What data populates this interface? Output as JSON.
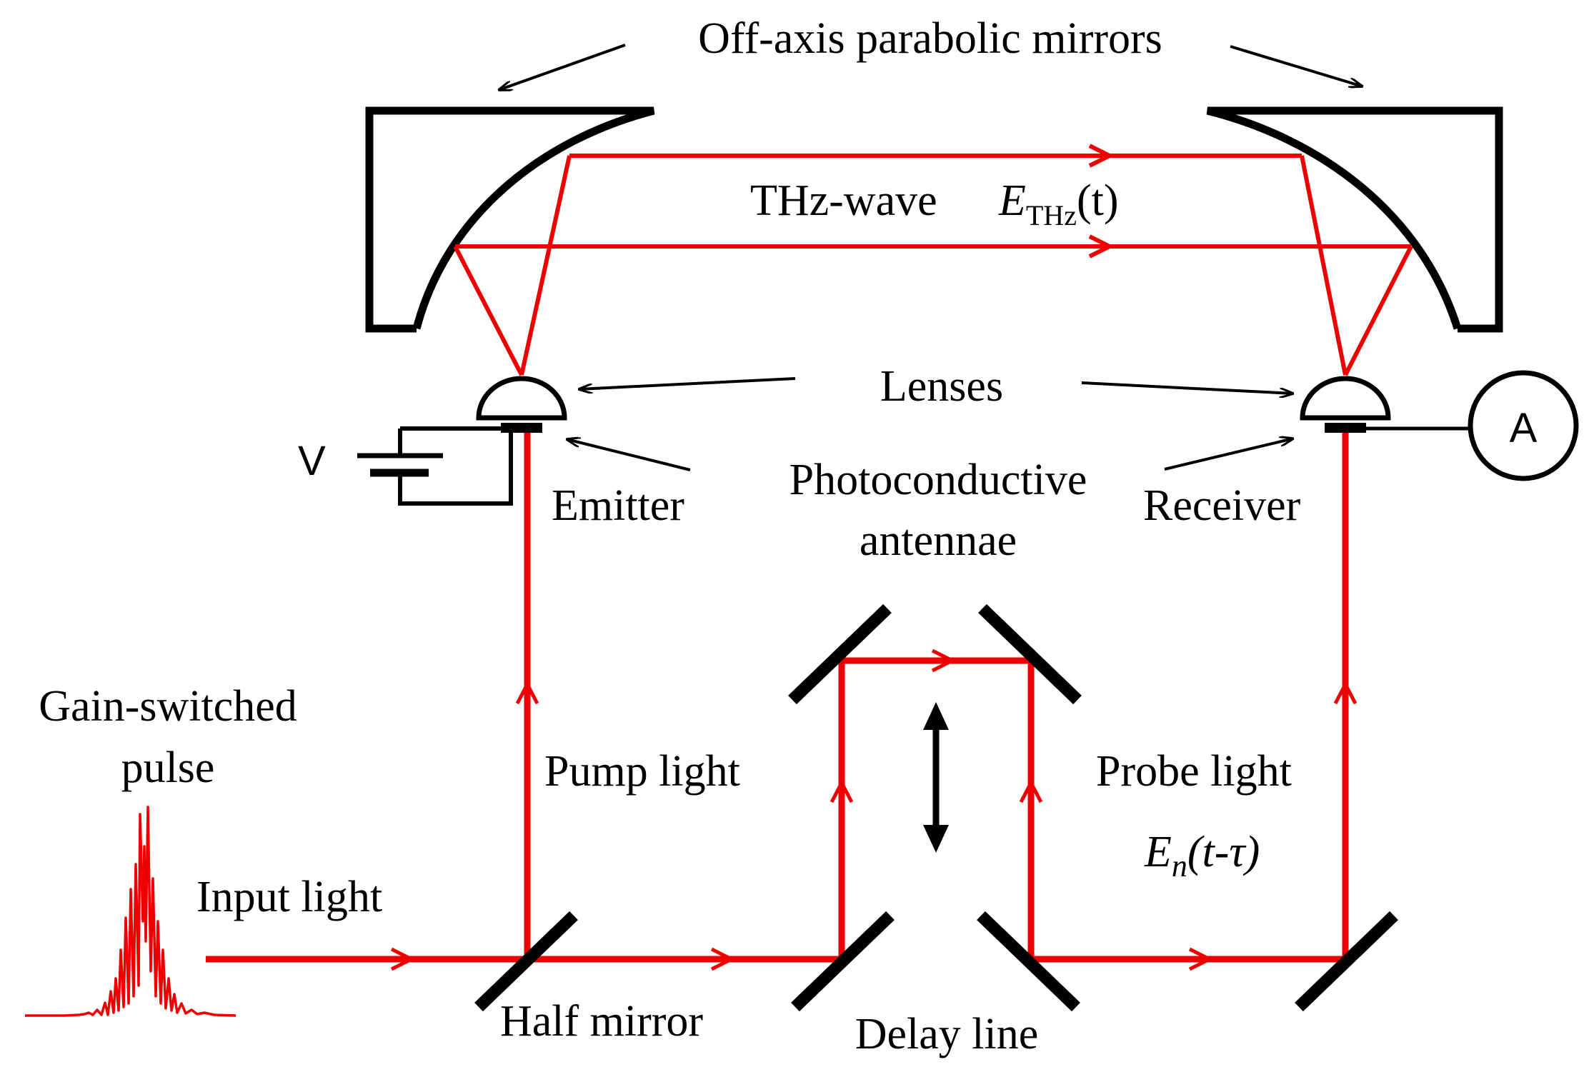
{
  "colors": {
    "beam": "#ee0000",
    "ink": "#000000",
    "background": "#ffffff"
  },
  "labels": {
    "mirrors": "Off-axis parabolic mirrors",
    "thz_wave": "THz-wave",
    "thz_field_symbol": "E",
    "thz_field_sub": "THz",
    "thz_field_arg": "(t)",
    "lenses": "Lenses",
    "voltage": "V",
    "ammeter": "A",
    "emitter": "Emitter",
    "pca_line1": "Photoconductive",
    "pca_line2": "antennae",
    "receiver": "Receiver",
    "gain_line1": "Gain-switched",
    "gain_line2": "pulse",
    "pump": "Pump light",
    "probe": "Probe light",
    "probe_field_symbol": "E",
    "probe_field_sub": "n",
    "probe_field_arg": "(t-τ)",
    "input": "Input light",
    "half_mirror": "Half mirror",
    "delay": "Delay line"
  },
  "icons": {
    "emitter_lens": "hemispherical-lens-icon",
    "receiver_lens": "hemispherical-lens-icon",
    "battery": "battery-icon",
    "ammeter": "ammeter-icon",
    "delay_arrow": "double-arrow-icon",
    "pulse": "pulse-waveform-icon"
  }
}
